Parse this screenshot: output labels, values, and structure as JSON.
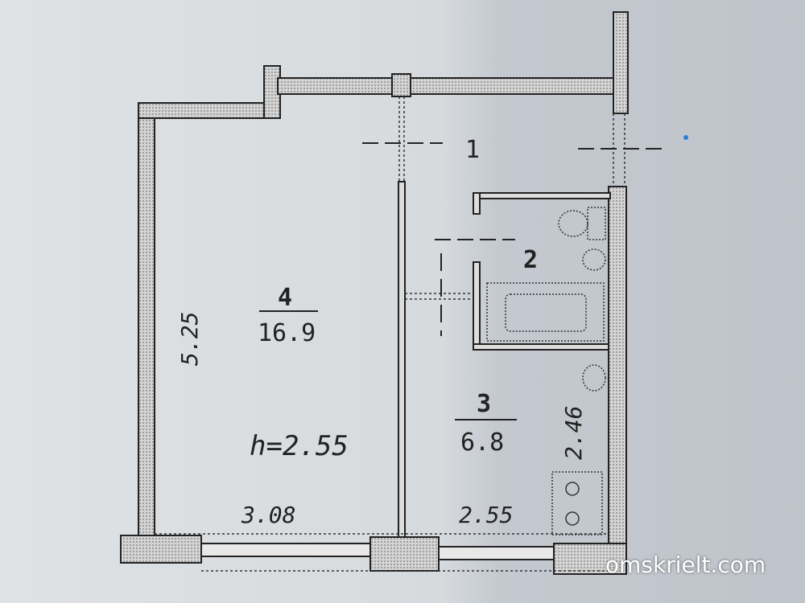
{
  "rooms": [
    {
      "number": "1"
    },
    {
      "number": "2"
    },
    {
      "number": "3",
      "area": "6.8"
    },
    {
      "number": "4",
      "area": "16.9"
    }
  ],
  "dimensions": {
    "room4_length": "5.25",
    "room4_width": "3.08",
    "room3_width": "2.55",
    "room3_length": "2.46",
    "ceiling_height": "h=2.55"
  },
  "watermark": "omskrielt.com",
  "colors": {
    "background": "#d8dcdf",
    "wall_fill": "#c9c9c9",
    "wall_stroke": "#222222"
  }
}
